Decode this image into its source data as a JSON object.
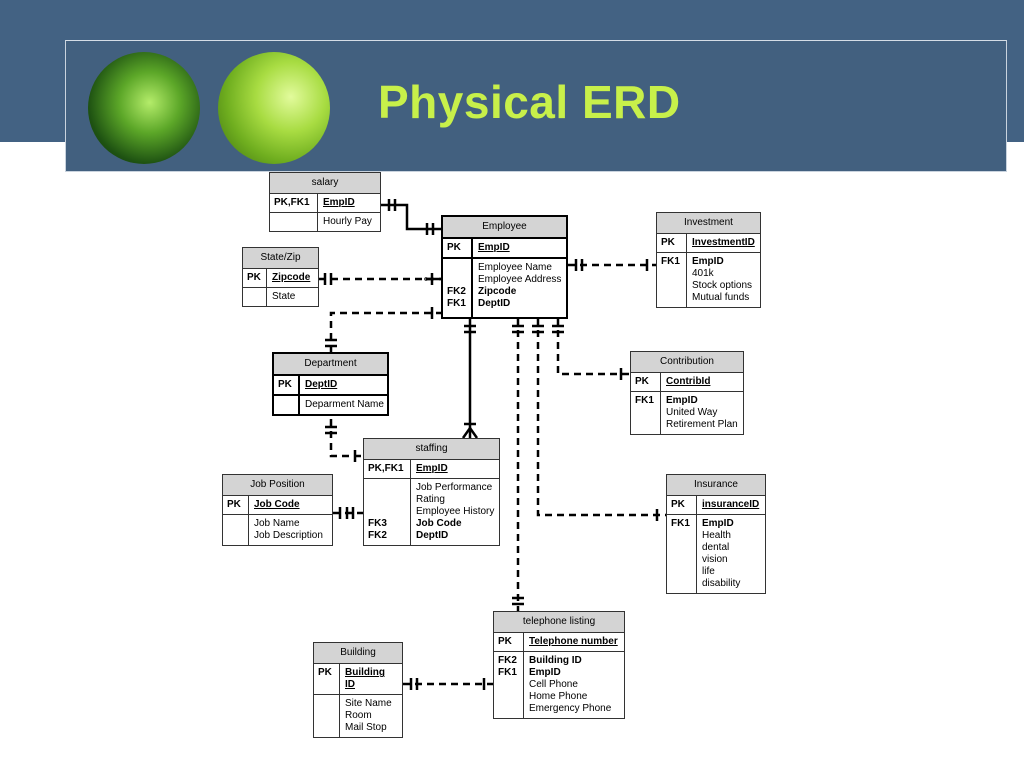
{
  "header": {
    "title": "Physical ERD"
  },
  "entities": {
    "salary": {
      "name": "salary",
      "pk_key": "PK,FK1",
      "pk_field": "EmpID",
      "fields": [
        "Hourly Pay"
      ]
    },
    "statezip": {
      "name": "State/Zip",
      "pk_key": "PK",
      "pk_field": "Zipcode",
      "fields": [
        "State"
      ]
    },
    "employee": {
      "name": "Employee",
      "pk_key": "PK",
      "pk_field": "EmpID",
      "fields": [
        "Employee Name",
        "Employee Address",
        "Zipcode",
        "DeptID"
      ],
      "fk_keys": [
        "FK2",
        "FK1"
      ]
    },
    "investment": {
      "name": "Investment",
      "pk_key": "PK",
      "pk_field": "InvestmentID",
      "fk_key": "FK1",
      "fields": [
        "EmpID",
        "401k",
        "Stock options",
        "Mutual funds"
      ]
    },
    "department": {
      "name": "Department",
      "pk_key": "PK",
      "pk_field": "DeptID",
      "fields": [
        "Deparment Name"
      ]
    },
    "contribution": {
      "name": "Contribution",
      "pk_key": "PK",
      "pk_field": "ContribId",
      "fk_key": "FK1",
      "fields": [
        "EmpID",
        "United Way",
        "Retirement Plan"
      ]
    },
    "staffing": {
      "name": "staffing",
      "pk_key": "PK,FK1",
      "pk_field": "EmpID",
      "fields": [
        "Job Performance",
        "Rating",
        "Employee History",
        "Job Code",
        "DeptID"
      ],
      "fk_keys": [
        "FK3",
        "FK2"
      ]
    },
    "jobposition": {
      "name": "Job Position",
      "pk_key": "PK",
      "pk_field": "Job Code",
      "fields": [
        "Job Name",
        "Job Description"
      ]
    },
    "insurance": {
      "name": "Insurance",
      "pk_key": "PK",
      "pk_field": "insuranceID",
      "fk_key": "FK1",
      "fields": [
        "EmpID",
        "Health",
        "dental",
        "vision",
        "life",
        "disability"
      ]
    },
    "telephone": {
      "name": "telephone listing",
      "pk_key": "PK",
      "pk_field": "Telephone number",
      "fields": [
        "Building ID",
        "EmpID",
        "Cell Phone",
        "Home Phone",
        "Emergency Phone"
      ],
      "fk_keys": [
        "FK2",
        "FK1"
      ]
    },
    "building": {
      "name": "Building",
      "pk_key": "PK",
      "pk_field": "Building ID",
      "fields": [
        "Site Name",
        "Room",
        "Mail Stop"
      ]
    }
  },
  "relationships": [
    {
      "from": "salary",
      "to": "Employee",
      "style": "solid",
      "from_end": "one-and-only-one",
      "to_end": "one-and-only-one"
    },
    {
      "from": "State/Zip",
      "to": "Employee",
      "style": "dashed",
      "from_end": "one-and-only-one",
      "to_end": "zero-or-one"
    },
    {
      "from": "Department",
      "to": "Employee",
      "style": "dashed",
      "from_end": "one-and-only-one",
      "to_end": "zero-or-one"
    },
    {
      "from": "Investment",
      "to": "Employee",
      "style": "dashed",
      "from_end": "zero-or-one",
      "to_end": "one-and-only-one"
    },
    {
      "from": "Employee",
      "to": "staffing",
      "style": "solid",
      "from_end": "one-and-only-one",
      "to_end": "one-or-many"
    },
    {
      "from": "Department",
      "to": "staffing",
      "style": "dashed",
      "from_end": "one-and-only-one",
      "to_end": "zero-or-one"
    },
    {
      "from": "Job Position",
      "to": "staffing",
      "style": "dashed",
      "from_end": "zero-or-one",
      "to_end": "one-and-only-one"
    },
    {
      "from": "Employee",
      "to": "Contribution",
      "style": "dashed",
      "from_end": "one-and-only-one",
      "to_end": "zero-or-one"
    },
    {
      "from": "Employee",
      "to": "Insurance",
      "style": "dashed",
      "from_end": "one-and-only-one",
      "to_end": "zero-or-one"
    },
    {
      "from": "Employee",
      "to": "telephone listing",
      "style": "dashed",
      "from_end": "one-and-only-one",
      "to_end": "one-and-only-one"
    },
    {
      "from": "Building",
      "to": "telephone listing",
      "style": "dashed",
      "from_end": "one-and-only-one",
      "to_end": "zero-or-one"
    }
  ],
  "colors": {
    "banner": "#436283",
    "title": "#c8f04a",
    "header_fill": "#d4d4d4",
    "line": "#000000"
  }
}
